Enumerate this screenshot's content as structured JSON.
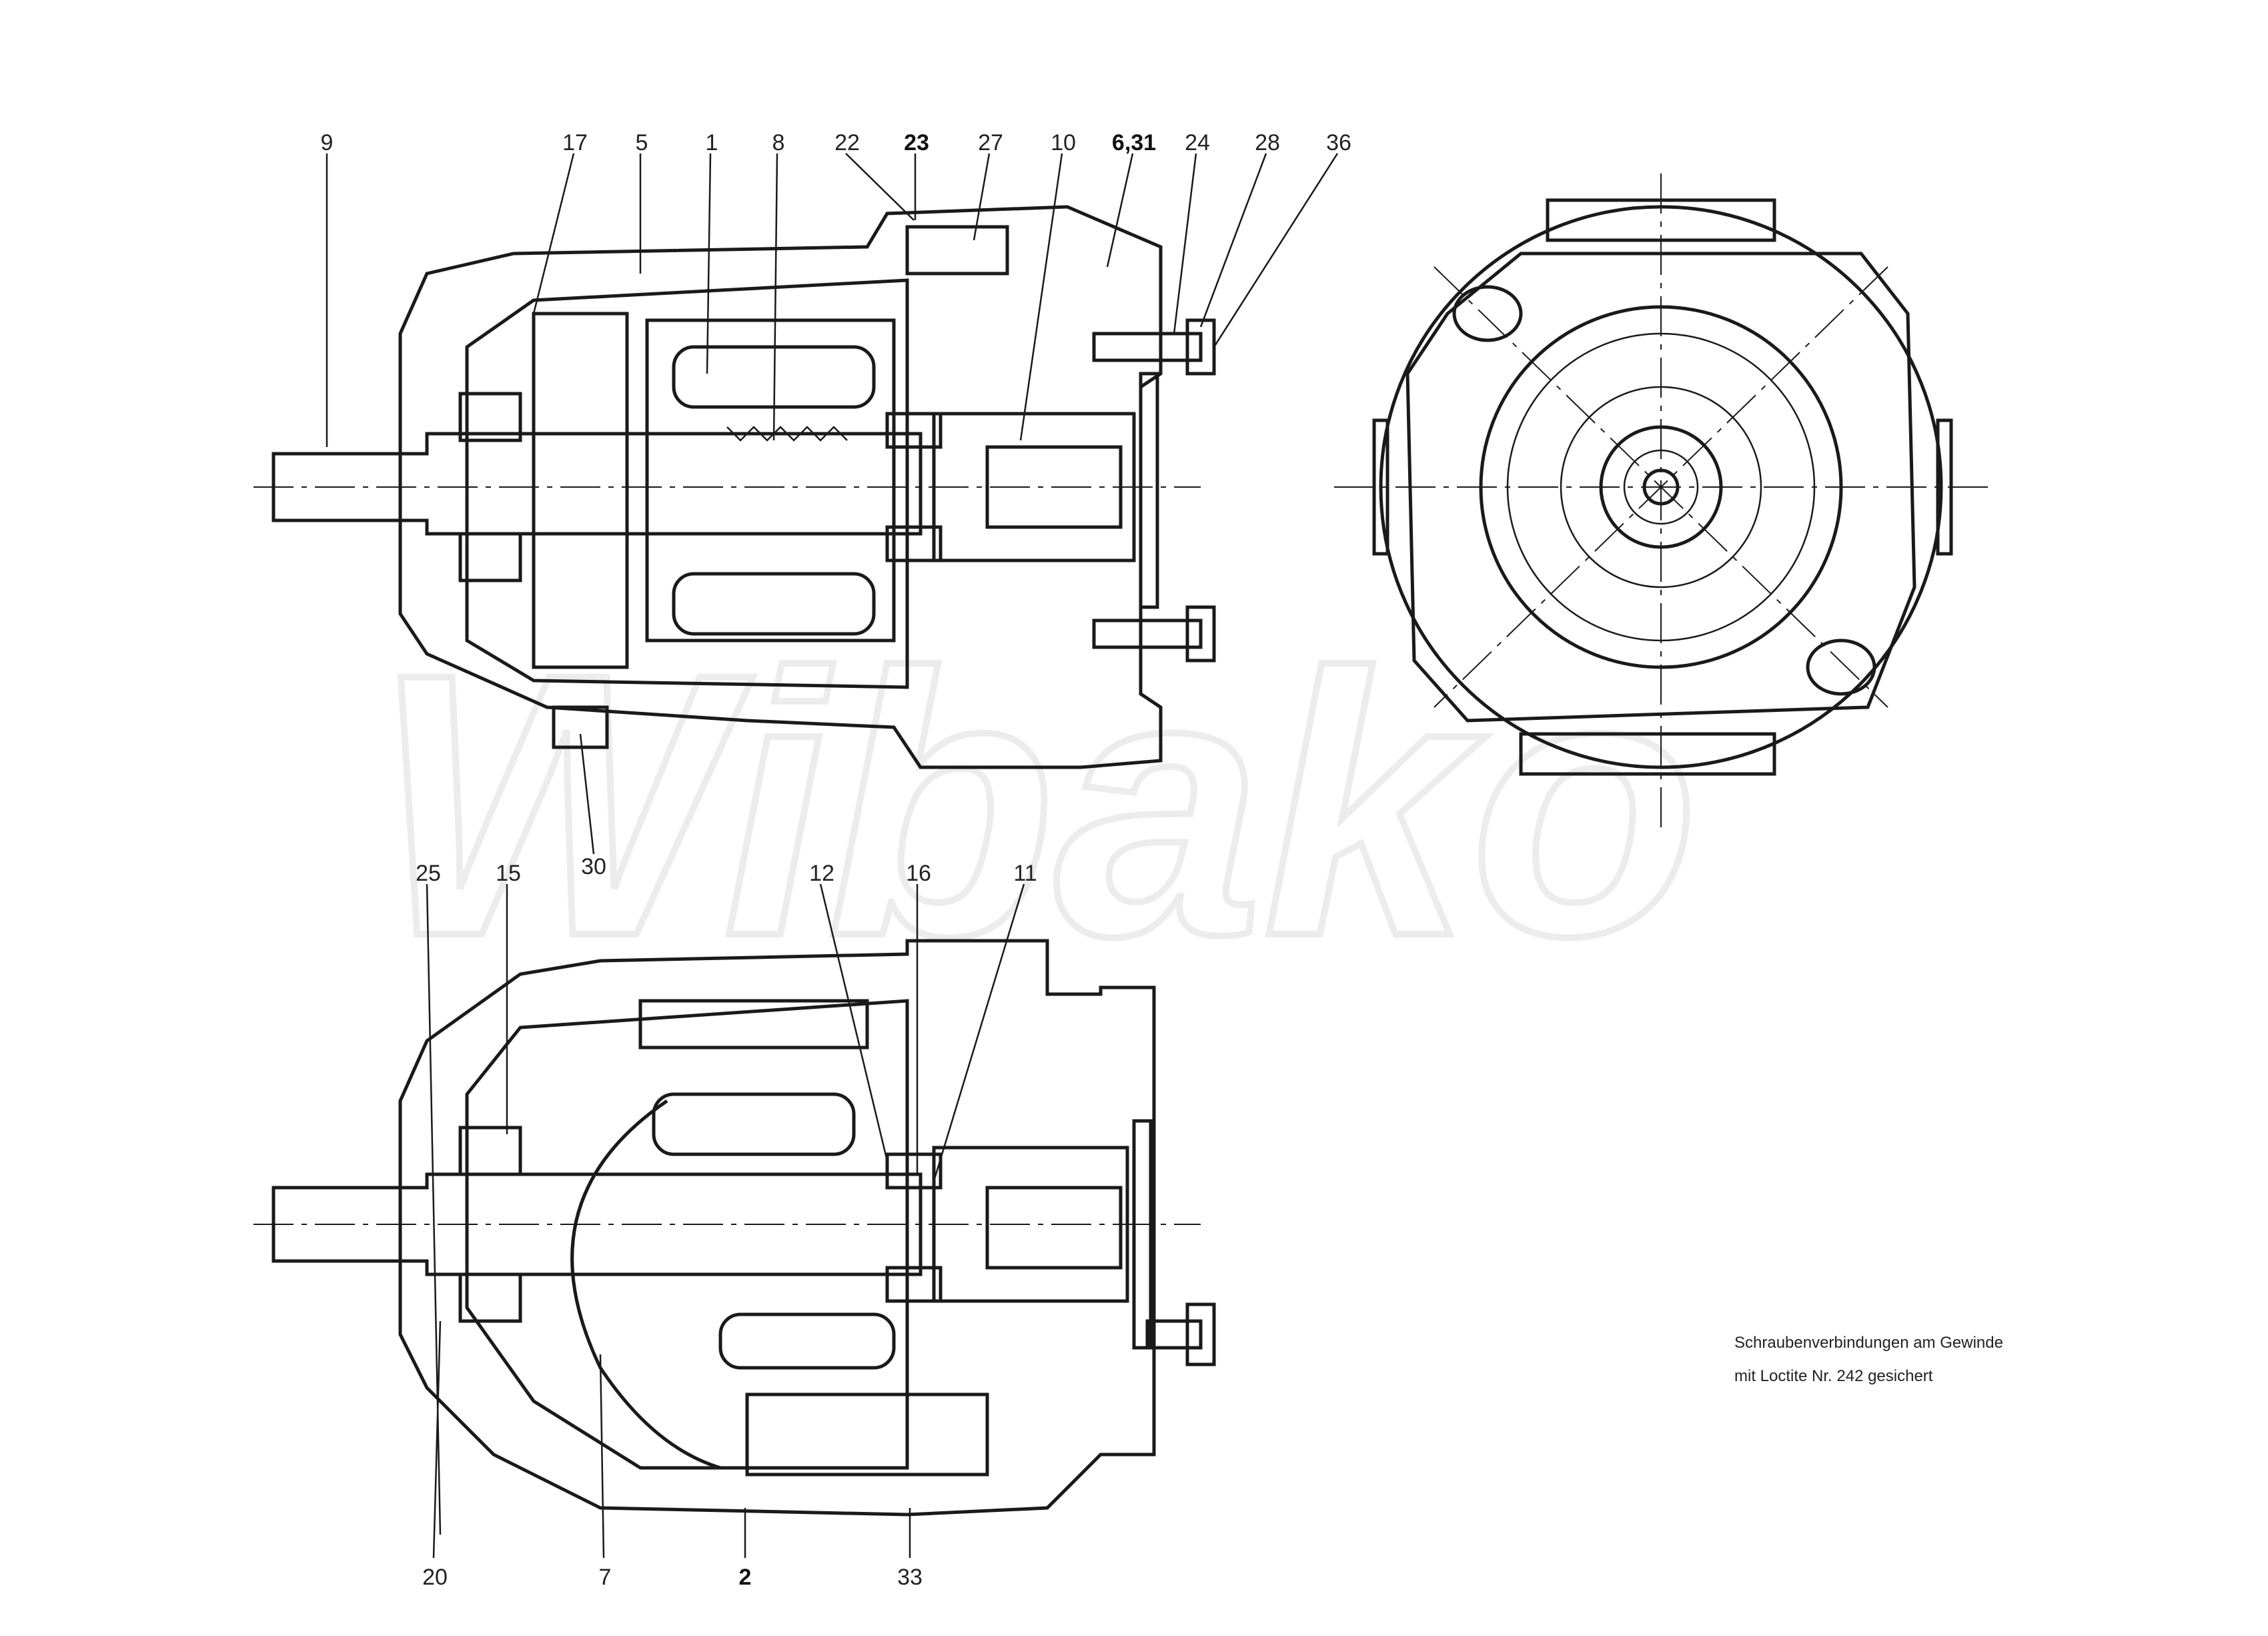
{
  "watermark": {
    "text": "Wibako"
  },
  "top_labels": [
    "9",
    "17",
    "5",
    "1",
    "8",
    "22",
    "23",
    "27",
    "10",
    "6,31",
    "24",
    "28",
    "36"
  ],
  "top_bottom_labels": [
    "30"
  ],
  "lower_top_labels": [
    "25",
    "15",
    "12",
    "16",
    "11"
  ],
  "lower_bottom_labels": [
    "20",
    "7",
    "2",
    "33"
  ],
  "note": {
    "line1": "Schraubenverbindungen am Gewinde",
    "line2": "mit Loctite Nr. 242 gesichert"
  }
}
